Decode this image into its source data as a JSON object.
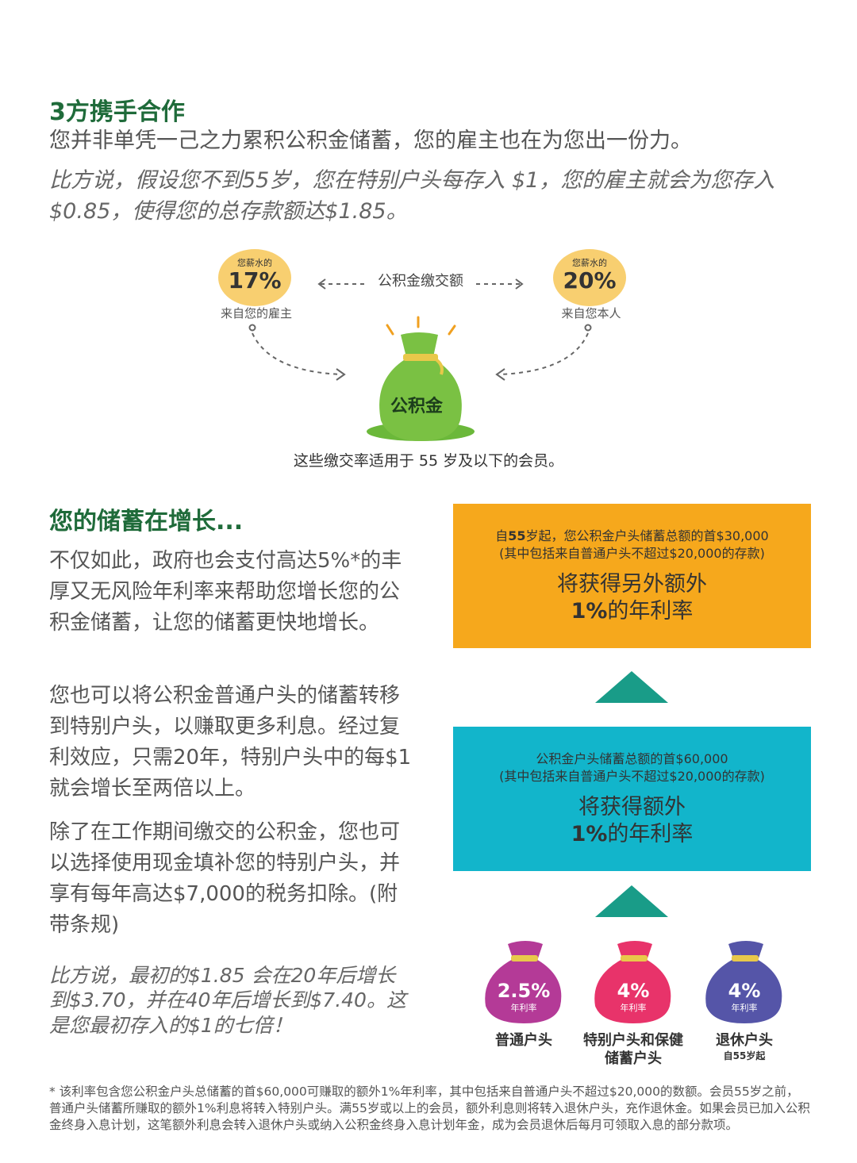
{
  "section1": {
    "title": "3方携手合作",
    "body": "您并非单凭一己之力累积公积金储蓄，您的雇主也在为您出一份力。",
    "example": "比方说，假设您不到55岁，您在特别户头每存入 $1，您的雇主就会为您存入$0.85，使得您的总存款额达$1.85。"
  },
  "diagram": {
    "employer": {
      "small": "您薪水的",
      "rate": "17%",
      "label": "来自您的雇主"
    },
    "self": {
      "small": "您薪水的",
      "rate": "20%",
      "label": "来自您本人"
    },
    "contribution_label": "公积金缴交额",
    "bag_label": "公积金",
    "note": "这些缴交率适用于 55 岁及以下的会员。",
    "colors": {
      "circle": "#f8cf70",
      "bag": "#7ac143",
      "bag_dark": "#5aa832",
      "ribbon": "#e8c84a",
      "arrow": "#666666"
    }
  },
  "section2": {
    "title": "您的储蓄在增长...",
    "p1": "不仅如此，政府也会支付高达5%*的丰厚又无风险年利率来帮助您增长您的公积金储蓄，让您的储蓄更快地增长。",
    "p2": "您也可以将公积金普通户头的储蓄转移到特别户头，以赚取更多利息。经过复利效应，只需20年，特别户头中的每$1就会增长至两倍以上。",
    "p3": "除了在工作期间缴交的公积金，您也可以选择使用现金填补您的特别户头，并享有每年高达$7,000的税务扣除。(附带条规)",
    "p4": "比方说，最初的$1.85 会在20年后增长到$3.70，并在40年后增长到$7.40。这是您最初存入的$1的七倍！"
  },
  "boxes": {
    "orange": {
      "line1_pre": "自",
      "line1_bold": "55",
      "line1_post": "岁起，您公积金户头储蓄总额的首$30,000",
      "line2": "(其中包括来自普通户头不超过$20,000的存款)",
      "big1": "将获得另外额外",
      "big2_bold": "1%",
      "big2_rest": "的年利率",
      "color": "#f6a81c"
    },
    "cyan": {
      "line1": "公积金户头储蓄总额的首$60,000",
      "line2": "(其中包括来自普通户头不超过$20,000的存款)",
      "big1": "将获得额外",
      "big2_bold": "1%",
      "big2_rest": "的年利率",
      "color": "#12b5cb"
    },
    "triangle_color": "#199c88"
  },
  "accounts": [
    {
      "rate": "2.5%",
      "rate_label": "年利率",
      "name": "普通户头",
      "color": "#b43a97"
    },
    {
      "rate": "4%",
      "rate_label": "年利率",
      "name": "特别户头和保健储蓄户头",
      "color": "#e8336a"
    },
    {
      "rate": "4%",
      "rate_label": "年利率",
      "name": "退休户头",
      "sub": "自55岁起",
      "color": "#5555a8"
    }
  ],
  "footnote": "* 该利率包含您公积金户头总储蓄的首$60,000可赚取的额外1%年利率，其中包括来自普通户头不超过$20,000的数额。会员55岁之前，普通户头储蓄所赚取的额外1%利息将转入特别户头。满55岁或以上的会员，额外利息则将转入退休户头，充作退休金。如果会员已加入公积金终身入息计划，这笔额外利息会转入退休户头或纳入公积金终身入息计划年金，成为会员退休后每月可领取入息的部分款项。"
}
